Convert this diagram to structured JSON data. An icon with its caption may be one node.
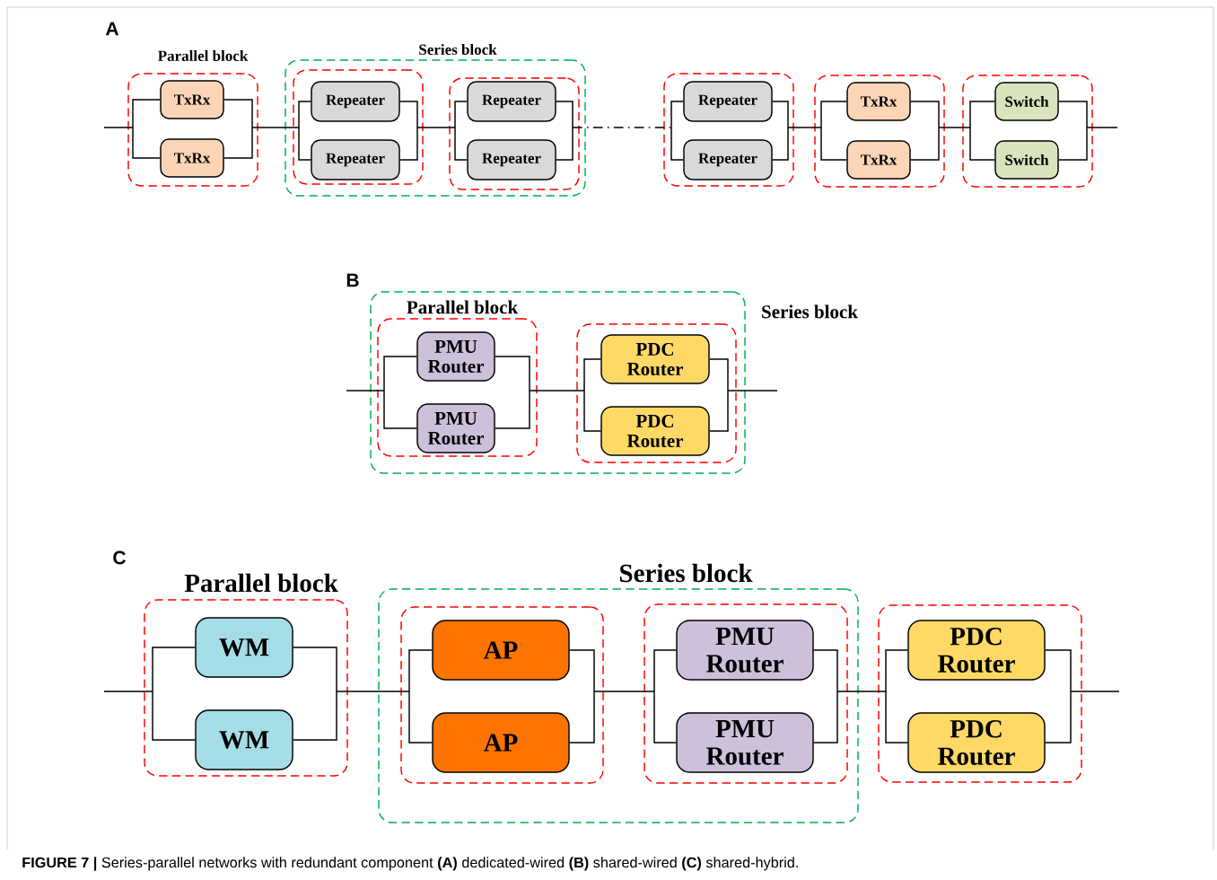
{
  "diagram": {
    "caption": "**FIGURE 7 |** Series-parallel networks with redundant component **(A)** dedicated-wired **(B)** shared-wired **(C)** shared-hybrid.",
    "nodes": [
      {
        "text": [
          "Parallel block"
        ]
      },
      {
        "text": [
          "TxRx"
        ],
        "in": 0
      },
      {
        "text": [
          "TxRx"
        ],
        "in": 0
      },
      {
        "text": [
          "Series block"
        ]
      },
      {
        "text": [],
        "shape": "box",
        "in": 3
      },
      {
        "text": [
          "Repeater"
        ],
        "in": 4
      },
      {
        "text": [
          "Repeater"
        ],
        "in": 4
      },
      {
        "text": [],
        "shape": "box",
        "in": 3
      },
      {
        "text": [
          "Repeater"
        ],
        "in": 7
      },
      {
        "text": [
          "Repeater"
        ],
        "in": 7
      },
      {
        "text": [],
        "shape": "box"
      },
      {
        "text": [
          "Repeater"
        ],
        "in": 10
      },
      {
        "text": [
          "Repeater"
        ],
        "in": 10
      },
      {
        "text": [],
        "shape": "box"
      },
      {
        "text": [
          "TxRx"
        ],
        "in": 13
      },
      {
        "text": [
          "TxRx"
        ],
        "in": 13
      },
      {
        "text": [],
        "shape": "box"
      },
      {
        "text": [
          "Switch"
        ],
        "in": 16
      },
      {
        "text": [
          "Switch"
        ],
        "in": 16
      },
      {
        "text": [
          "Series block"
        ]
      },
      {
        "text": [
          "Parallel block"
        ],
        "in": 19
      },
      {
        "text": [
          "PMU Router"
        ],
        "in": 20
      },
      {
        "text": [
          "PMU Router"
        ],
        "in": 20
      },
      {
        "text": [],
        "shape": "box",
        "in": 19
      },
      {
        "text": [
          "PDC Router"
        ],
        "in": 23
      },
      {
        "text": [
          "PDC Router"
        ],
        "in": 23
      },
      {
        "text": [
          "Parallel block"
        ]
      },
      {
        "text": [
          "WM"
        ],
        "in": 26
      },
      {
        "text": [
          "WM"
        ],
        "in": 26
      },
      {
        "text": [
          "Series block"
        ]
      },
      {
        "text": [],
        "shape": "box",
        "in": 29
      },
      {
        "text": [
          "AP"
        ],
        "in": 30
      },
      {
        "text": [
          "AP"
        ],
        "in": 30
      },
      {
        "text": [],
        "shape": "box",
        "in": 29
      },
      {
        "text": [
          "PMU Router"
        ],
        "in": 33
      },
      {
        "text": [
          "PMU Router"
        ],
        "in": 33
      },
      {
        "text": [],
        "shape": "box"
      },
      {
        "text": [
          "PDC Router"
        ],
        "in": 36
      },
      {
        "text": [
          "PDC Router"
        ],
        "in": 36
      }
    ],
    "edges": [
      {
        "from": null,
        "to": 1,
        "arrow": "none"
      },
      {
        "from": null,
        "to": 2,
        "arrow": "none"
      },
      {
        "from": 1,
        "to": 5,
        "arrow": "none"
      },
      {
        "from": 1,
        "to": 6,
        "arrow": "none"
      },
      {
        "from": 2,
        "to": 5,
        "arrow": "none"
      },
      {
        "from": 2,
        "to": 6,
        "arrow": "none"
      },
      {
        "from": 5,
        "to": 8,
        "arrow": "none"
      },
      {
        "from": 5,
        "to": 9,
        "arrow": "none"
      },
      {
        "from": 6,
        "to": 8,
        "arrow": "none"
      },
      {
        "from": 6,
        "to": 9,
        "arrow": "none"
      },
      {
        "from": 8,
        "to": 11,
        "arrow": "none",
        "style": "dashed"
      },
      {
        "from": 8,
        "to": 12,
        "arrow": "none",
        "style": "dashed"
      },
      {
        "from": 9,
        "to": 11,
        "arrow": "none",
        "style": "dashed"
      },
      {
        "from": 9,
        "to": 12,
        "arrow": "none",
        "style": "dashed"
      },
      {
        "from": 11,
        "to": 14,
        "arrow": "none"
      },
      {
        "from": 11,
        "to": 15,
        "arrow": "none"
      },
      {
        "from": 12,
        "to": 14,
        "arrow": "none"
      },
      {
        "from": 12,
        "to": 15,
        "arrow": "none"
      },
      {
        "from": 14,
        "to": 17,
        "arrow": "none"
      },
      {
        "from": 14,
        "to": 18,
        "arrow": "none"
      },
      {
        "from": 15,
        "to": 17,
        "arrow": "none"
      },
      {
        "from": 15,
        "to": 18,
        "arrow": "none"
      },
      {
        "from": 17,
        "to": null,
        "arrow": "none"
      },
      {
        "from": 18,
        "to": null,
        "arrow": "none"
      },
      {
        "from": null,
        "to": 21,
        "arrow": "none"
      },
      {
        "from": null,
        "to": 22,
        "arrow": "none"
      },
      {
        "from": 21,
        "to": 24,
        "arrow": "none"
      },
      {
        "from": 21,
        "to": 25,
        "arrow": "none"
      },
      {
        "from": 22,
        "to": 24,
        "arrow": "none"
      },
      {
        "from": 22,
        "to": 25,
        "arrow": "none"
      },
      {
        "from": 24,
        "to": null,
        "arrow": "none"
      },
      {
        "from": 25,
        "to": null,
        "arrow": "none"
      },
      {
        "from": null,
        "to": 27,
        "arrow": "none"
      },
      {
        "from": null,
        "to": 28,
        "arrow": "none"
      },
      {
        "from": 27,
        "to": 31,
        "arrow": "none"
      },
      {
        "from": 27,
        "to": 32,
        "arrow": "none"
      },
      {
        "from": 28,
        "to": 31,
        "arrow": "none"
      },
      {
        "from": 28,
        "to": 32,
        "arrow": "none"
      },
      {
        "from": 31,
        "to": 34,
        "arrow": "none"
      },
      {
        "from": 31,
        "to": 35,
        "arrow": "none"
      },
      {
        "from": 32,
        "to": 34,
        "arrow": "none"
      },
      {
        "from": 32,
        "to": 35,
        "arrow": "none"
      },
      {
        "from": 34,
        "to": 37,
        "arrow": "none"
      },
      {
        "from": 34,
        "to": 38,
        "arrow": "none"
      },
      {
        "from": 35,
        "to": 37,
        "arrow": "none"
      },
      {
        "from": 35,
        "to": 38,
        "arrow": "none"
      },
      {
        "from": 37,
        "to": null,
        "arrow": "none"
      },
      {
        "from": 38,
        "to": null,
        "arrow": "none"
      }
    ],
    "labels": [
      "A",
      "B",
      "C"
    ]
  }
}
